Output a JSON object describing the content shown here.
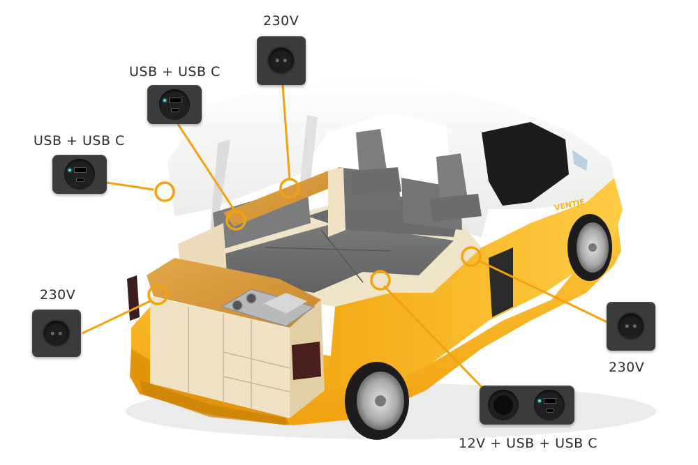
{
  "colors": {
    "accent": "#f2a20f",
    "van_yellow": "#f6b41c",
    "van_white": "#f7f7f5",
    "cushion": "#6f7071",
    "wood": "#d89a3c",
    "outlet": "#3a3b3d",
    "text": "#2c2c2c",
    "usb_led": "#4fe3e0"
  },
  "labels": {
    "top_230v": "230V",
    "usb_mid": "USB + USB C",
    "usb_left": "USB + USB C",
    "left_230v": "230V",
    "right_230v": "230V",
    "bottom_combo": "12V + USB + USB C"
  },
  "brand": "VENTJE",
  "icons": [
    "schuko-socket-icon",
    "usb-a-usb-c-outlet-icon",
    "12v-socket-icon"
  ]
}
